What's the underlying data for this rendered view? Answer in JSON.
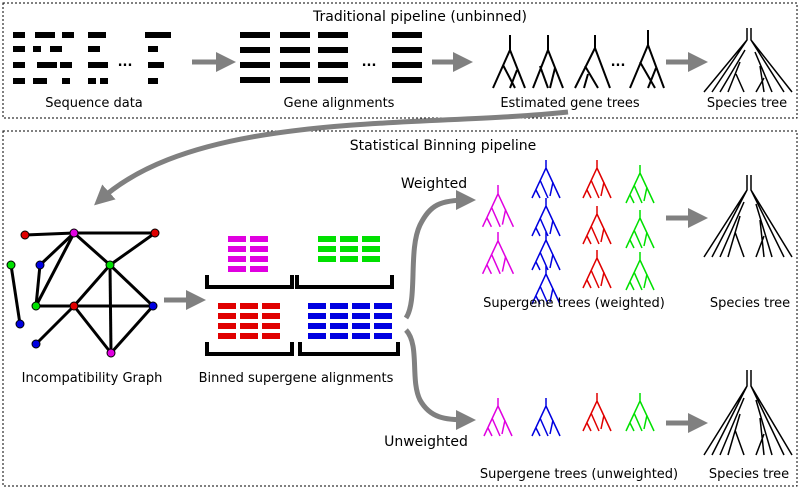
{
  "top_panel": {
    "title": "Traditional pipeline (unbinned)",
    "stages": {
      "sequence_data": "Sequence data",
      "gene_alignments": "Gene alignments",
      "estimated_gene_trees": "Estimated gene trees",
      "species_tree": "Species tree"
    },
    "ellipsis": "..."
  },
  "bottom_panel": {
    "title": "Statistical Binning pipeline",
    "incompatibility_graph": "Incompatibility Graph",
    "binned_alignments": "Binned supergene alignments",
    "weighted_label": "Weighted",
    "unweighted_label": "Unweighted",
    "supergene_weighted": "Supergene trees (weighted)",
    "supergene_unweighted": "Supergene trees (unweighted)",
    "species_tree_weighted": "Species tree",
    "species_tree_unweighted": "Species tree"
  },
  "colors": {
    "magenta": "#e000e0",
    "green": "#00e000",
    "red": "#e00000",
    "blue": "#0000e0",
    "arrow": "#808080",
    "ink": "#000000"
  }
}
